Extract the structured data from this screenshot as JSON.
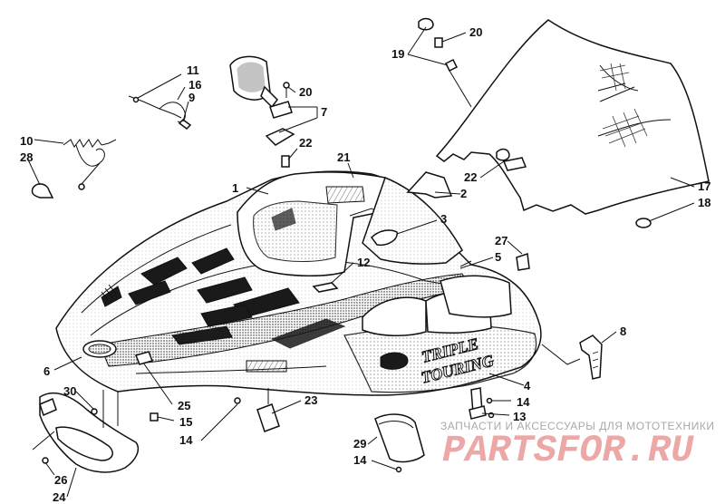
{
  "callouts": [
    {
      "id": "c1",
      "label": "1"
    },
    {
      "id": "c2",
      "label": "2"
    },
    {
      "id": "c3",
      "label": "3"
    },
    {
      "id": "c4",
      "label": "4"
    },
    {
      "id": "c5",
      "label": "5"
    },
    {
      "id": "c6",
      "label": "6"
    },
    {
      "id": "c7",
      "label": "7"
    },
    {
      "id": "c8",
      "label": "8"
    },
    {
      "id": "c9",
      "label": "9"
    },
    {
      "id": "c10",
      "label": "10"
    },
    {
      "id": "c11",
      "label": "11"
    },
    {
      "id": "c12",
      "label": "12"
    },
    {
      "id": "c13",
      "label": "13"
    },
    {
      "id": "c14a",
      "label": "14"
    },
    {
      "id": "c14b",
      "label": "14"
    },
    {
      "id": "c14c",
      "label": "14"
    },
    {
      "id": "c15",
      "label": "15"
    },
    {
      "id": "c16",
      "label": "16"
    },
    {
      "id": "c17",
      "label": "17"
    },
    {
      "id": "c18",
      "label": "18"
    },
    {
      "id": "c19",
      "label": "19"
    },
    {
      "id": "c20a",
      "label": "20"
    },
    {
      "id": "c20b",
      "label": "20"
    },
    {
      "id": "c21",
      "label": "21"
    },
    {
      "id": "c22a",
      "label": "22"
    },
    {
      "id": "c22b",
      "label": "22"
    },
    {
      "id": "c23",
      "label": "23"
    },
    {
      "id": "c24",
      "label": "24"
    },
    {
      "id": "c25",
      "label": "25"
    },
    {
      "id": "c26",
      "label": "26"
    },
    {
      "id": "c27",
      "label": "27"
    },
    {
      "id": "c28",
      "label": "28"
    },
    {
      "id": "c29",
      "label": "29"
    },
    {
      "id": "c30",
      "label": "30"
    }
  ],
  "decal": {
    "line1": "TRIPLE",
    "line2": "TOURING"
  },
  "watermark": {
    "tagline": "ЗАПЧАСТИ И АКСЕССУАРЫ ДЛЯ МОТОТЕХНИКИ",
    "logo": "PARTSFOR.RU"
  },
  "colors": {
    "ink": "#111111",
    "watermark_text": "#a9a9a9",
    "watermark_logo": "#e68a8a"
  }
}
